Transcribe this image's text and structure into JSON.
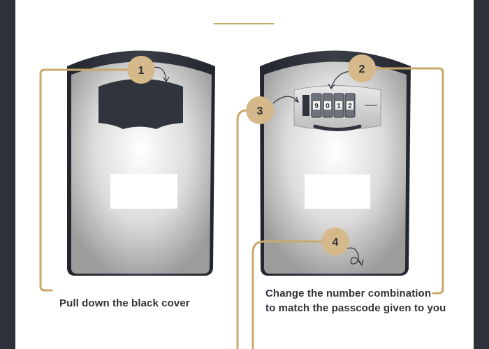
{
  "steps": [
    {
      "number": "1",
      "label": "step-1-badge"
    },
    {
      "number": "2",
      "label": "step-2-badge"
    },
    {
      "number": "3",
      "label": "step-3-badge"
    },
    {
      "number": "4",
      "label": "step-4-badge"
    }
  ],
  "captions": {
    "left": "Pull down the black cover",
    "right_line1": "Change the number combination",
    "right_line2": "to match the passcode given to you"
  },
  "dials": [
    "9",
    "0",
    "1",
    "2"
  ],
  "colors": {
    "gold": "#c9a86b",
    "badge": "#d6b98a",
    "frame": "#2e323b",
    "text": "#2f3238"
  }
}
